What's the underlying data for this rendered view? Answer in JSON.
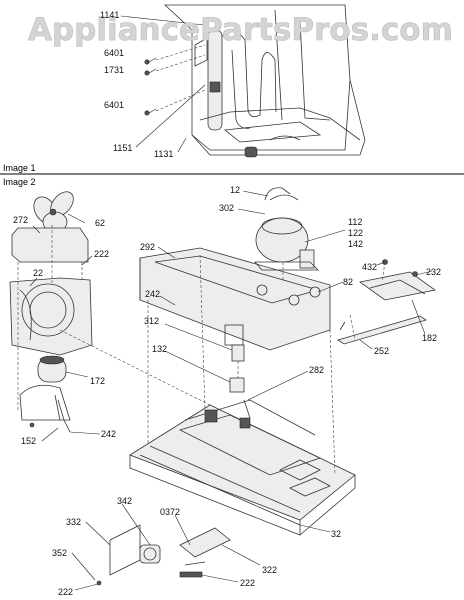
{
  "watermark": "AppliancePartsPros.com",
  "sections": {
    "image1": "Image 1",
    "image2": "Image 2"
  },
  "labels": {
    "l1141": "1141",
    "l6401a": "6401",
    "l1731": "1731",
    "l6401b": "6401",
    "l1151": "1151",
    "l1131": "1131",
    "l12": "12",
    "l302": "302",
    "l112": "112",
    "l122": "122",
    "l142": "142",
    "l272": "272",
    "l62": "62",
    "l292": "292",
    "l222a": "222",
    "l22": "22",
    "l432": "432",
    "l232": "232",
    "l82": "82",
    "l242a": "242",
    "l182": "182",
    "l312": "312",
    "l252": "252",
    "l132": "132",
    "l172": "172",
    "l282": "282",
    "l152": "152",
    "l242b": "242",
    "l342": "342",
    "l0372": "0372",
    "l332": "332",
    "l32": "32",
    "l322": "322",
    "l352": "352",
    "l222b": "222",
    "l222c": "222"
  }
}
